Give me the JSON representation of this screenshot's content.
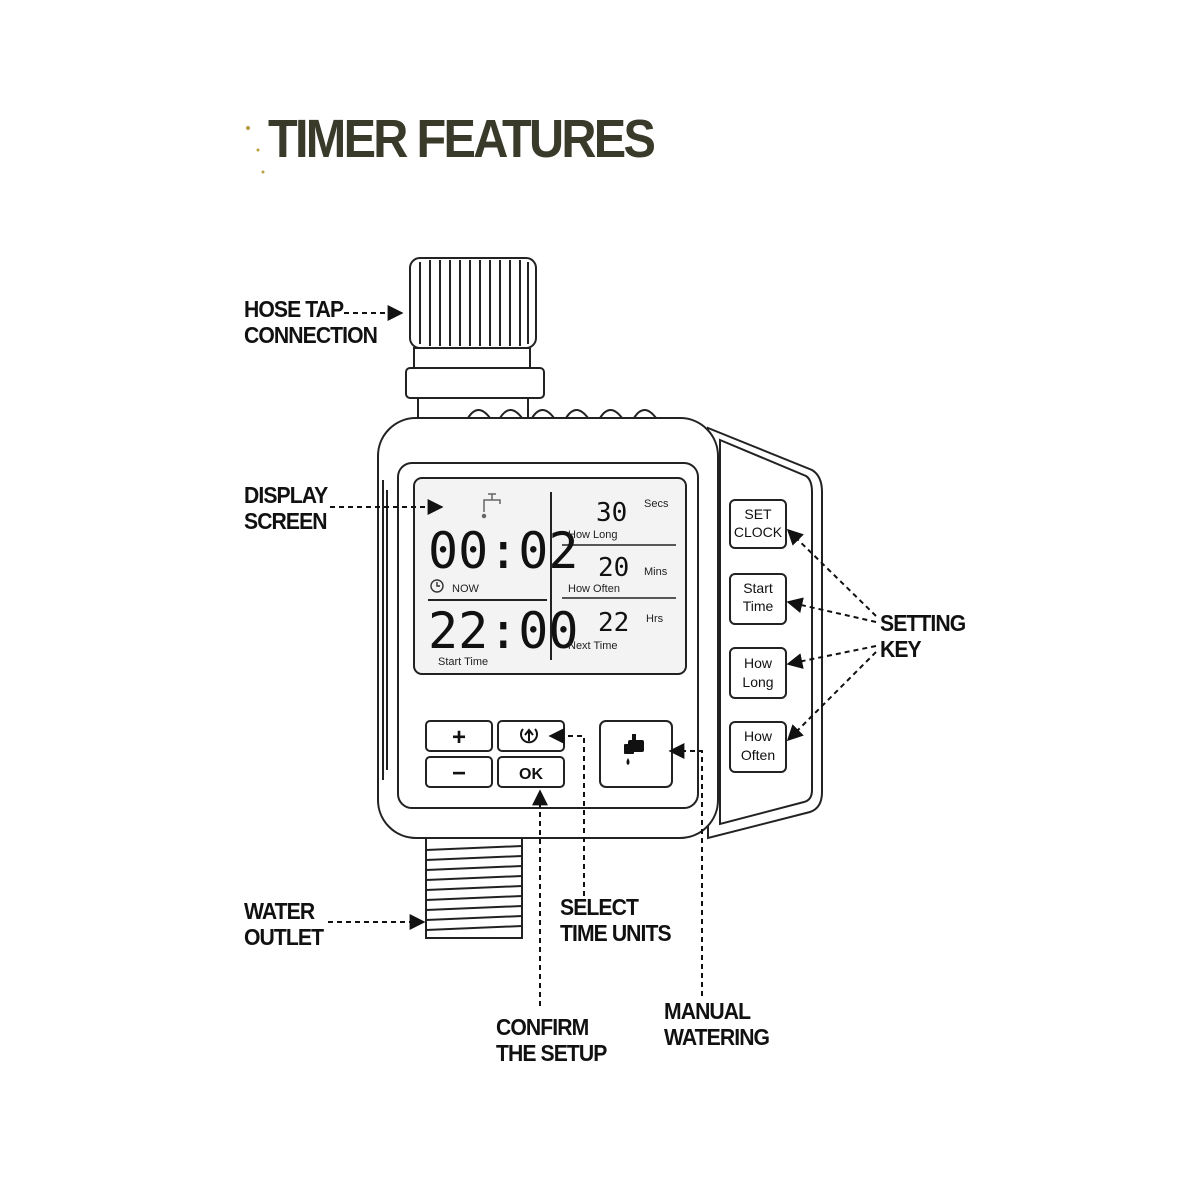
{
  "title": "TIMER FEATURES",
  "callouts": {
    "hose_tap": [
      "HOSE TAP",
      "CONNECTION"
    ],
    "display_screen": [
      "DISPLAY",
      "SCREEN"
    ],
    "setting_key": [
      "SETTING",
      "KEY"
    ],
    "water_outlet": [
      "WATER",
      "OUTLET"
    ],
    "select_time_units": [
      "SELECT",
      "TIME UNITS"
    ],
    "confirm_setup": [
      "CONFIRM",
      "THE SETUP"
    ],
    "manual_watering": [
      "MANUAL",
      "WATERING"
    ]
  },
  "screen": {
    "now_time": "00:02",
    "now_label": "NOW",
    "start_time_value": "22:00",
    "start_time_label": "Start Time",
    "how_long_value": "30",
    "how_long_unit": "Secs",
    "how_long_label": "How Long",
    "how_often_value": "20",
    "how_often_unit": "Mins",
    "how_often_label": "How Often",
    "next_time_value": "22",
    "next_time_unit": "Hrs",
    "next_time_label": "Next Time"
  },
  "buttons": {
    "plus": "+",
    "minus": "−",
    "ok": "OK",
    "set_clock": [
      "SET",
      "CLOCK"
    ],
    "start_time": [
      "Start",
      "Time"
    ],
    "how_long": [
      "How",
      "Long"
    ],
    "how_often": [
      "How",
      "Often"
    ]
  },
  "icons": {
    "faucet": "faucet-icon",
    "clock": "clock-icon",
    "select_units": "cycle-arrow-icon",
    "manual_watering": "faucet-drop-icon"
  },
  "colors": {
    "title": "#3a3a2a",
    "line": "#222222",
    "screen_bg": "#f3f3f3"
  }
}
